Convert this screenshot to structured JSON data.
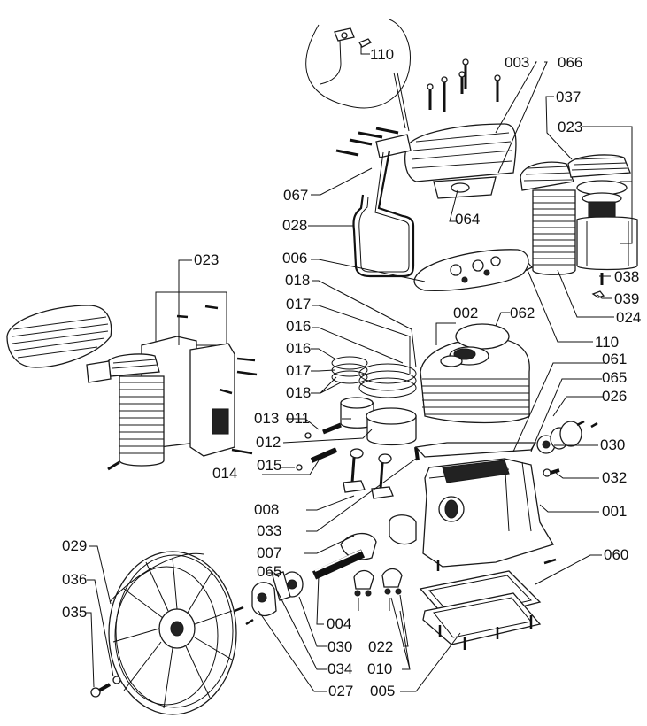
{
  "title": "Air compressor pump exploded parts diagram",
  "labels": {
    "p110a": "110",
    "p003": "003",
    "p066": "066",
    "p037": "037",
    "p023a": "023",
    "p067": "067",
    "p064": "064",
    "p028": "028",
    "p006": "006",
    "p038": "038",
    "p039": "039",
    "p024": "024",
    "p110b": "110",
    "p018a": "018",
    "p017a": "017",
    "p016a": "016",
    "p016b": "016",
    "p017b": "017",
    "p018b": "018",
    "p023b": "023",
    "p002": "002",
    "p062": "062",
    "p061": "061",
    "p065a": "065",
    "p026": "026",
    "p013": "013",
    "p011": "011",
    "p012": "012",
    "p015": "015",
    "p014": "014",
    "p030a": "030",
    "p032": "032",
    "p001": "001",
    "p008": "008",
    "p033": "033",
    "p007": "007",
    "p029": "029",
    "p060": "060",
    "p036": "036",
    "p065b": "065",
    "p035": "035",
    "p004": "004",
    "p030b": "030",
    "p022": "022",
    "p034": "034",
    "p010": "010",
    "p027": "027",
    "p005": "005"
  },
  "parts": [
    {
      "id": "cylinder-head-left",
      "label": "003"
    },
    {
      "id": "cylinder-head-right",
      "label": "037"
    },
    {
      "id": "valve-plate",
      "label": "006"
    },
    {
      "id": "transfer-pipe",
      "label": "028"
    },
    {
      "id": "cylinder-block",
      "label": "002"
    },
    {
      "id": "crankcase",
      "label": "001"
    },
    {
      "id": "flywheel",
      "label": "029"
    },
    {
      "id": "crankshaft",
      "label": "007"
    },
    {
      "id": "connecting-rod",
      "label": "008"
    },
    {
      "id": "piston",
      "label": "011"
    },
    {
      "id": "bottom-cover",
      "label": "005"
    },
    {
      "id": "air-filter",
      "label": "024"
    }
  ]
}
